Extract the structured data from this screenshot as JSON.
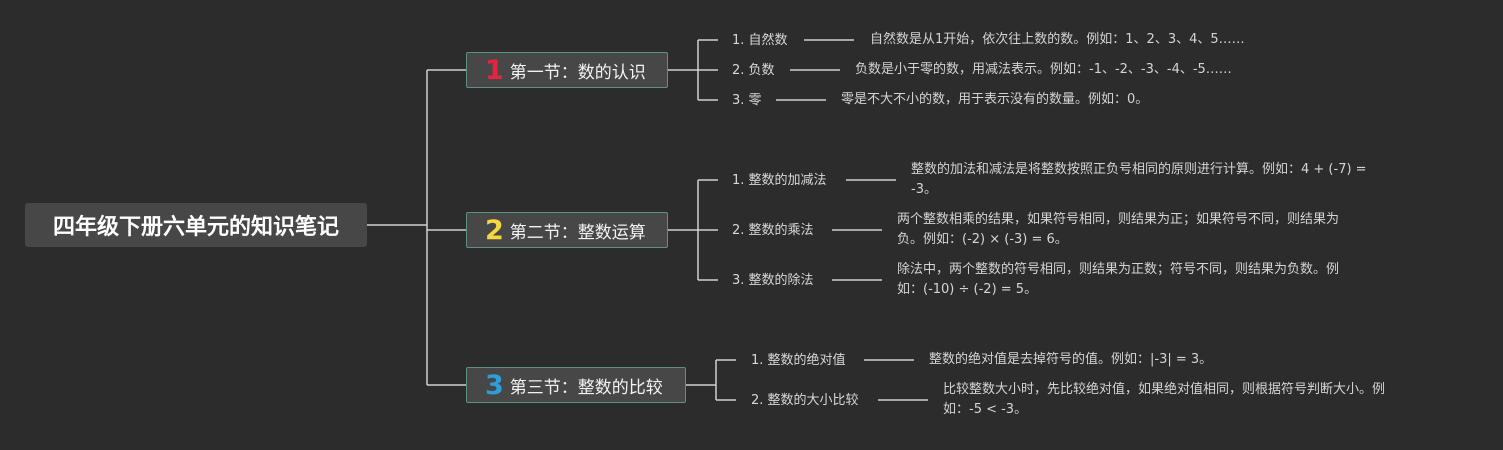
{
  "root": {
    "title": "四年级下册六单元的知识笔记"
  },
  "sections": [
    {
      "number": "1",
      "number_color": "#e8243c",
      "title": "第一节：数的认识",
      "items": [
        {
          "label": "1. 自然数",
          "description": "自然数是从1开始，依次往上数的数。例如：1、2、3、4、5……"
        },
        {
          "label": "2. 负数",
          "description": "负数是小于零的数，用减法表示。例如：-1、-2、-3、-4、-5……"
        },
        {
          "label": "3. 零",
          "description": "零是不大不小的数，用于表示没有的数量。例如：0。"
        }
      ]
    },
    {
      "number": "2",
      "number_color": "#f5d742",
      "title": "第二节：整数运算",
      "items": [
        {
          "label": "1. 整数的加减法",
          "description_lines": [
            "整数的加法和减法是将整数按照正负号相同的原则进行计算。例如：4 + (-7) =",
            "-3。"
          ]
        },
        {
          "label": "2. 整数的乘法",
          "description_lines": [
            "两个整数相乘的结果，如果符号相同，则结果为正；如果符号不同，则结果为",
            "负。例如：(-2) × (-3) = 6。"
          ]
        },
        {
          "label": "3. 整数的除法",
          "description_lines": [
            "除法中，两个整数的符号相同，则结果为正数；符号不同，则结果为负数。例",
            "如：(-10) ÷ (-2) = 5。"
          ]
        }
      ]
    },
    {
      "number": "3",
      "number_color": "#2f9ed8",
      "title": "第三节：整数的比较",
      "items": [
        {
          "label": "1. 整数的绝对值",
          "description": "整数的绝对值是去掉符号的值。例如：|-3| = 3。"
        },
        {
          "label": "2. 整数的大小比较",
          "description_lines": [
            "比较整数大小时，先比较绝对值，如果绝对值相同，则根据符号判断大小。例",
            "如：-5 < -3。"
          ]
        }
      ]
    }
  ]
}
